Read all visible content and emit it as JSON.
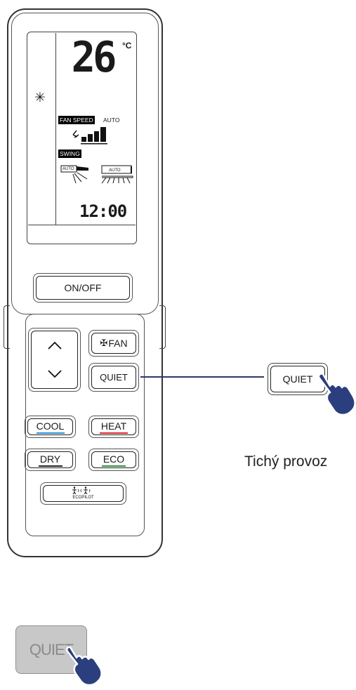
{
  "display": {
    "temperature": "26",
    "unit": "°C",
    "fan_speed_label": "FAN SPEED",
    "fan_speed_value": "AUTO",
    "swing_label": "SWING",
    "swing_vertical_tag": "AUTO",
    "swing_horizontal_tag": "AUTO",
    "clock": "12:00"
  },
  "buttons": {
    "on_off": "ON/OFF",
    "fan": "FAN",
    "quiet": "QUIET",
    "cool": "COOL",
    "heat": "HEAT",
    "dry": "DRY",
    "eco": "ECO",
    "ecopilot": "ECOPILOT"
  },
  "callout": {
    "button_label": "QUIET",
    "caption": "Tichý provoz"
  },
  "pressed_example": {
    "label": "QUIET"
  },
  "colors": {
    "hand": "#2b3f7e",
    "connector": "#2b3a66",
    "cool_underline": "#2a8fd0",
    "heat_underline": "#d8262a",
    "eco_underline": "#2f8f3b",
    "pressed_fill": "#c8c8c8"
  }
}
